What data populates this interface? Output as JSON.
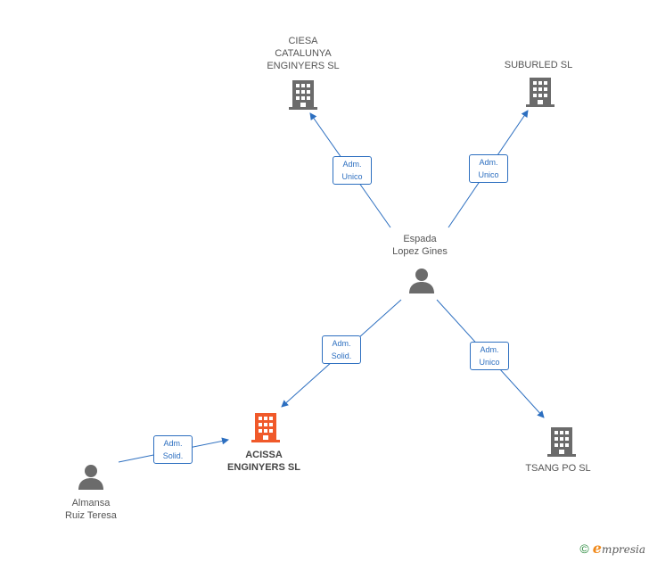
{
  "nodes": {
    "ciesa": {
      "lines": [
        "CIESA",
        "CATALUNYA",
        "ENGINYERS SL"
      ],
      "type": "company"
    },
    "suburled": {
      "lines": [
        "SUBURLED  SL"
      ],
      "type": "company"
    },
    "espada": {
      "lines": [
        "Espada",
        "Lopez Gines"
      ],
      "type": "person"
    },
    "acissa": {
      "lines": [
        "ACISSA",
        "ENGINYERS SL"
      ],
      "type": "company",
      "highlight": true
    },
    "tsang": {
      "lines": [
        "TSANG PO SL"
      ],
      "type": "company"
    },
    "almansa": {
      "lines": [
        "Almansa",
        "Ruiz Teresa"
      ],
      "type": "person"
    }
  },
  "edges": {
    "espada_ciesa": [
      "Adm.",
      "Unico"
    ],
    "espada_suburled": [
      "Adm.",
      "Unico"
    ],
    "espada_acissa": [
      "Adm.",
      "Solid."
    ],
    "espada_tsang": [
      "Adm.",
      "Unico"
    ],
    "almansa_acissa": [
      "Adm.",
      "Solid."
    ]
  },
  "colors": {
    "edge": "#2d6fc0",
    "company_icon": "#6b6b6b",
    "highlight_icon": "#f0592a",
    "person_icon": "#6b6b6b"
  },
  "footer": {
    "copyright": "©",
    "brand_first": "e",
    "brand_rest": "mpresia"
  }
}
